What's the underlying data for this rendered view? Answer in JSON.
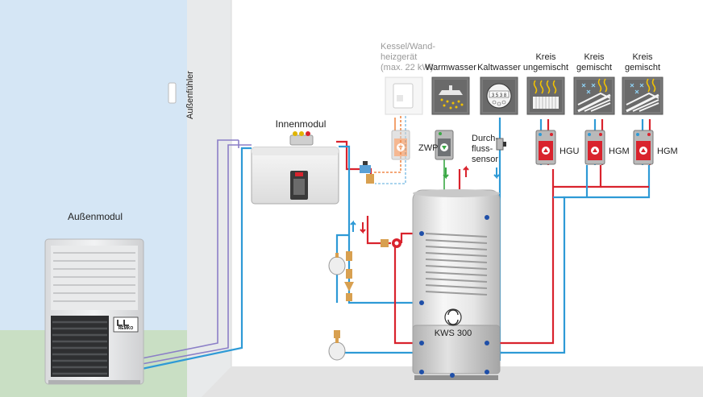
{
  "labels": {
    "outdoor_sensor": "Außenfühler",
    "outdoor_unit": "Außenmodul",
    "indoor_unit": "Innenmodul",
    "boiler_line1": "Kessel/Wand-",
    "boiler_line2": "heizgerät",
    "boiler_line3": "(max. 22 kW)",
    "hot_water": "Warmwasser",
    "cold_water": "Kaltwasser",
    "circuit1_line1": "Kreis",
    "circuit1_line2": "ungemischt",
    "circuit2_line1": "Kreis",
    "circuit2_line2": "gemischt",
    "circuit3_line1": "Kreis",
    "circuit3_line2": "gemischt",
    "zwp": "ZWP",
    "flow_sensor_line1": "Durch-",
    "flow_sensor_line2": "fluss-",
    "flow_sensor_line3": "sensor",
    "hgu": "HGU",
    "hgm1": "HGM",
    "hgm2": "HGM",
    "tank": "KWS 300",
    "water_meter": "3 5 3 8"
  },
  "brand": "REMKO",
  "colors": {
    "sky": "#d5e6f5",
    "grass": "#c9dfc4",
    "floor": "#e2e2e2",
    "wall": "#eef0f1",
    "hot_pipe": "#d9232d",
    "cold_pipe": "#2e9ad6",
    "sensor_pipe": "#8b7fc7",
    "boiler_pipe": "#f08a4b",
    "module_red": "#d9232d",
    "green": "#3aa845",
    "label_gray": "#9a9a9a"
  },
  "icons": [
    "boiler-icon",
    "shower-icon",
    "water-meter-icon",
    "radiator-icon",
    "floor-heating-icon",
    "floor-heating-icon",
    "pump-icon",
    "expansion-vessel-icon",
    "valve-icon"
  ]
}
